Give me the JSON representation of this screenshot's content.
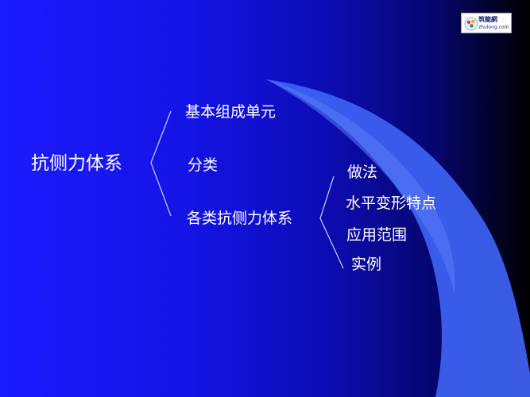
{
  "slide": {
    "root_label": "抗侧力体系",
    "level1": [
      "基本组成单元",
      "分类",
      "各类抗侧力体系"
    ],
    "level2": [
      "做法",
      "水平变形特点",
      "应用范围",
      "实例"
    ]
  },
  "logo": {
    "name_cn": "筑龍網",
    "domain": "zhulong.com",
    "icon": "zhulong-logo-icon"
  },
  "colors": {
    "background_left": "#1b1bff",
    "background_right": "#000000",
    "swoosh": "#3a5cf2",
    "text": "#ffffff"
  }
}
